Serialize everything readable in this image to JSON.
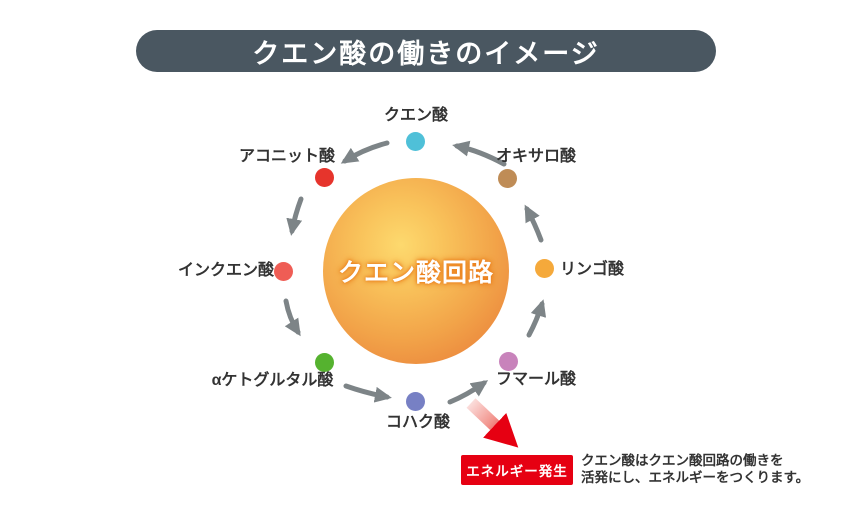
{
  "title": "クエン酸の働きのイメージ",
  "colors": {
    "background": "#FFFFFF",
    "title_bar": "#4A5761",
    "arrow_gray": "#7D8487",
    "circle_outer": "#EC8A3E",
    "circle_highlight": "#FDD96E",
    "label_text": "#333333",
    "accent_red": "#E60012"
  },
  "diagram": {
    "center_label": "クエン酸回路",
    "flow_direction": "counterclockwise",
    "nodes": [
      {
        "id": "citric-acid",
        "label": "クエン酸",
        "color": "#4FC0D8"
      },
      {
        "id": "oxalo-acid",
        "label": "オキサロ酸",
        "color": "#BF8C56"
      },
      {
        "id": "aconitic-acid",
        "label": "アコニット酸",
        "color": "#E6342C"
      },
      {
        "id": "isocitric-acid",
        "label": "インクエン酸",
        "color": "#EF5D55"
      },
      {
        "id": "malic-acid",
        "label": "リンゴ酸",
        "color": "#F5A93B"
      },
      {
        "id": "alpha-ketoglutaric-acid",
        "label": "αケトグルタル酸",
        "color": "#55B22F"
      },
      {
        "id": "fumaric-acid",
        "label": "フマール酸",
        "color": "#C883BB"
      },
      {
        "id": "succinic-acid",
        "label": "コハク酸",
        "color": "#7780C4"
      }
    ],
    "arrows": [
      {
        "from": "オキサロ酸",
        "to": "クエン酸"
      },
      {
        "from": "クエン酸",
        "to": "アコニット酸"
      },
      {
        "from": "アコニット酸",
        "to": "インクエン酸"
      },
      {
        "from": "インクエン酸",
        "to": "αケトグルタル酸"
      },
      {
        "from": "αケトグルタル酸",
        "to": "コハク酸"
      },
      {
        "from": "コハク酸",
        "to": "フマール酸"
      },
      {
        "from": "フマール酸",
        "to": "リンゴ酸"
      },
      {
        "from": "リンゴ酸",
        "to": "オキサロ酸"
      }
    ]
  },
  "callout": {
    "badge_label": "エネルギー発生",
    "description_line1": "クエン酸はクエン酸回路の働きを",
    "description_line2": "活発にし、エネルギーをつくります。"
  }
}
